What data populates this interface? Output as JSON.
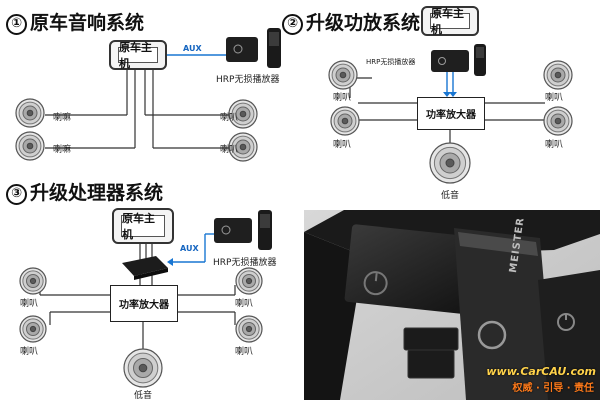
{
  "sections": {
    "s1": {
      "num": "①",
      "title": "原车音响系统"
    },
    "s2": {
      "num": "②",
      "title": "升级功放系统"
    },
    "s3": {
      "num": "③",
      "title": "升级处理器系统"
    }
  },
  "labels": {
    "head_unit": "原车主机",
    "aux": "AUX",
    "player": "HRP无损播放器",
    "speaker": "喇叭",
    "speaker_variant": "喇嘛",
    "amplifier": "功率放大器",
    "subwoofer": "低音"
  },
  "photo": {
    "brand": "MEISTER",
    "watermark_url": "www.CarCAU.com",
    "watermark_slogan": "权威 · 引导 · 责任"
  }
}
